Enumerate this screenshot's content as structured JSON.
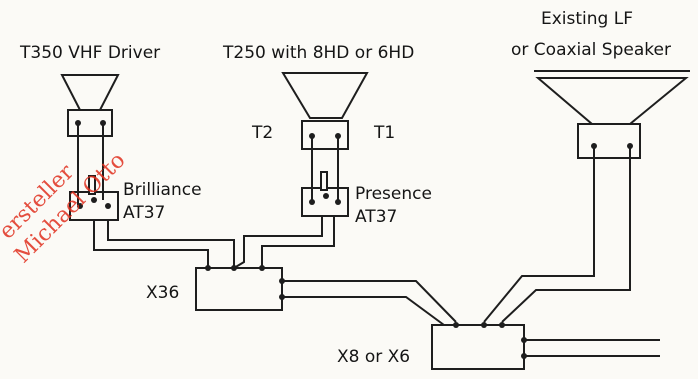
{
  "labels": {
    "t350": "T350 VHF Driver",
    "t250": "T250 with 8HD or 6HD",
    "existing_line1": "Existing LF",
    "existing_line2": "or Coaxial Speaker",
    "t2": "T2",
    "t1": "T1",
    "brilliance_name": "Brilliance",
    "brilliance_model": "AT37",
    "presence_name": "Presence",
    "presence_model": "AT37",
    "x36": "X36",
    "x8_x6": "X8  or X6"
  },
  "watermark": {
    "line1": "ersteller",
    "line2": "Michael Otto",
    "color": "#e0301e"
  },
  "colors": {
    "ink": "#1e1e1e",
    "paper": "#fbfaf6"
  }
}
